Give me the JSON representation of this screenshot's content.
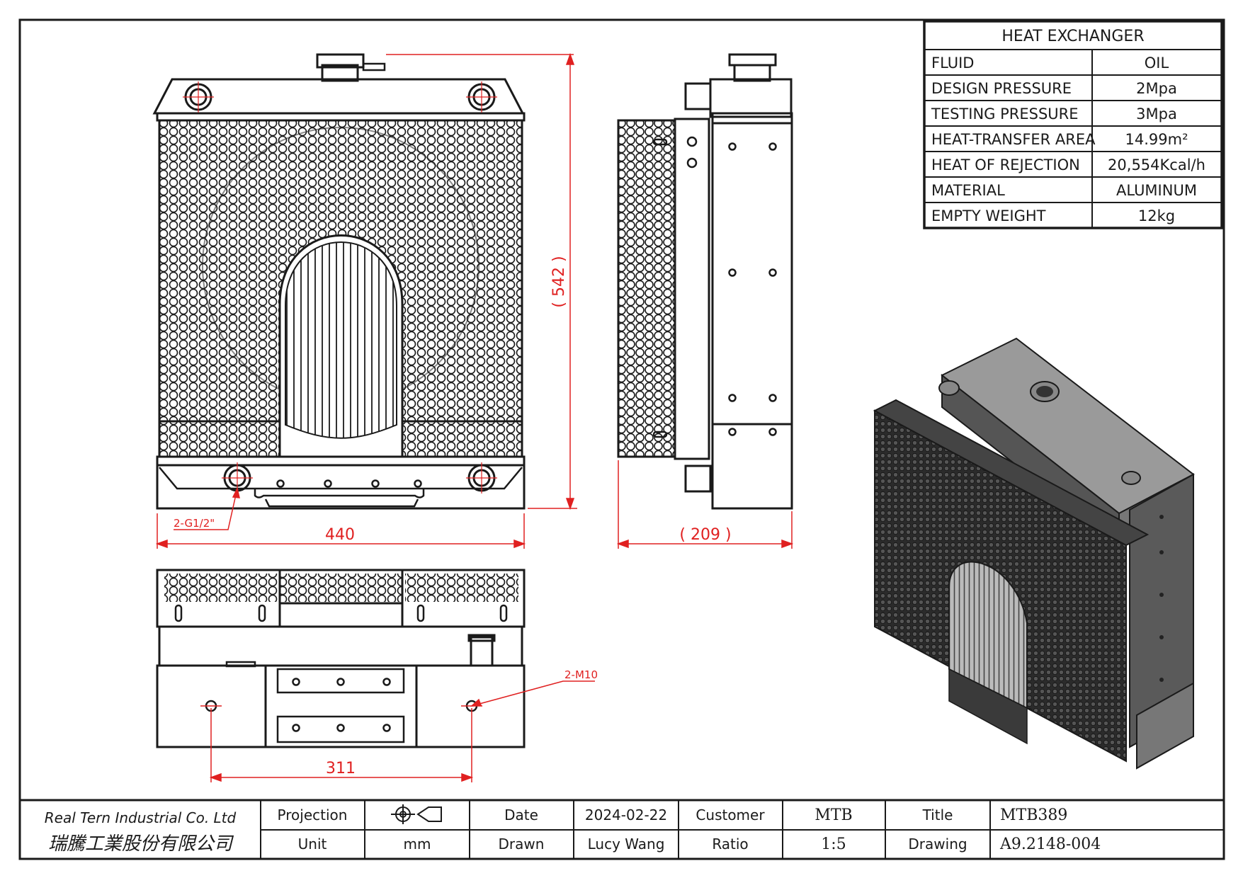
{
  "spec_table": {
    "title": "HEAT EXCHANGER",
    "rows": [
      {
        "label": "FLUID",
        "value": "OIL"
      },
      {
        "label": "DESIGN PRESSURE",
        "value": "2Mpa"
      },
      {
        "label": "TESTING PRESSURE",
        "value": "3Mpa"
      },
      {
        "label": "HEAT-TRANSFER AREA",
        "value": "14.99m²"
      },
      {
        "label": "HEAT OF REJECTION",
        "value": "20,554Kcal/h"
      },
      {
        "label": "MATERIAL",
        "value": "ALUMINUM"
      },
      {
        "label": "EMPTY WEIGHT",
        "value": "12kg"
      }
    ]
  },
  "dimensions": {
    "front_width": "440",
    "front_height": "( 542 )",
    "side_depth": "( 209 )",
    "bottom_spacing": "311",
    "port_callout": "2-G1/2\"",
    "mount_callout": "2-M10"
  },
  "title_block": {
    "company_en": "Real Tern Industrial Co. Ltd",
    "company_zh": "瑞騰工業股份有限公司",
    "projection_label": "Projection",
    "projection_symbol": "first-angle-projection-icon",
    "unit_label": "Unit",
    "unit_value": "mm",
    "date_label": "Date",
    "date_value": "2024-02-22",
    "drawn_label": "Drawn",
    "drawn_value": "Lucy Wang",
    "customer_label": "Customer",
    "customer_value": "MTB",
    "ratio_label": "Ratio",
    "ratio_value": "1:5",
    "title_label": "Title",
    "title_value": "MTB389",
    "drawing_label": "Drawing",
    "drawing_value": "A9.2148-004"
  },
  "colors": {
    "line": "#1a1a1a",
    "dimension": "#e02020",
    "iso_dark": "#2a2a2a",
    "iso_mid": "#555555",
    "iso_light": "#9a9a9a"
  }
}
